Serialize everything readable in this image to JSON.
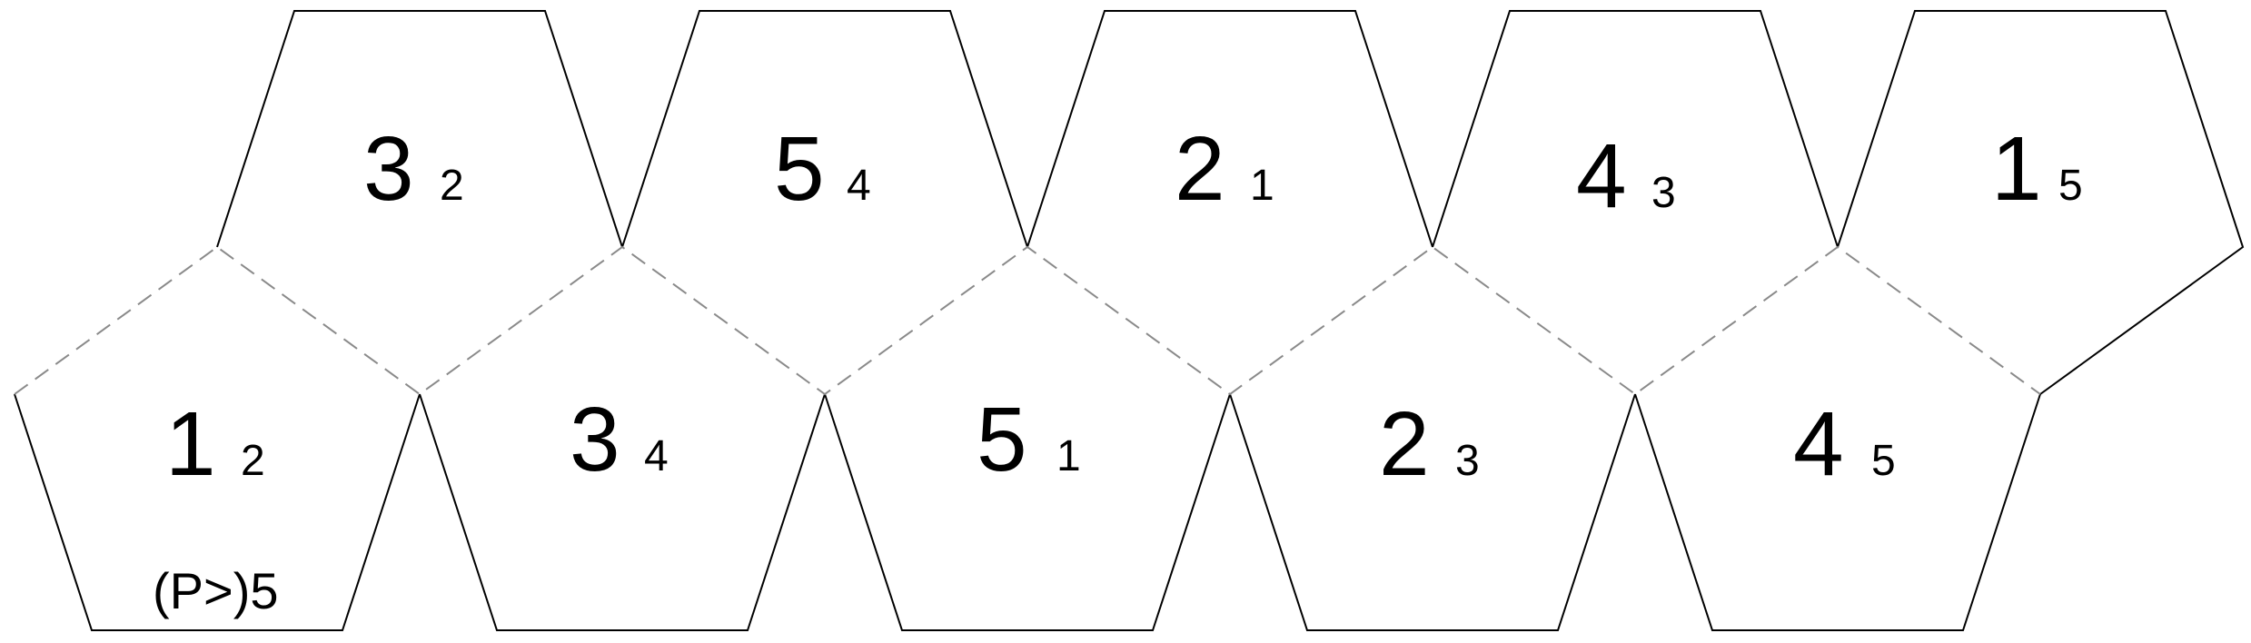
{
  "faces": {
    "top": [
      {
        "main": "3",
        "sub": "2"
      },
      {
        "main": "5",
        "sub": "4"
      },
      {
        "main": "2",
        "sub": "1"
      },
      {
        "main": "4",
        "sub": "3"
      },
      {
        "main": "1",
        "sub": "5"
      }
    ],
    "bottom": [
      {
        "main": "1",
        "sub": "2"
      },
      {
        "main": "3",
        "sub": "4"
      },
      {
        "main": "5",
        "sub": "1"
      },
      {
        "main": "2",
        "sub": "3"
      },
      {
        "main": "4",
        "sub": "5"
      }
    ]
  },
  "note": "(P>)5",
  "colors": {
    "line": "#000000",
    "fold": "#8a8a8a",
    "background": "#ffffff"
  }
}
